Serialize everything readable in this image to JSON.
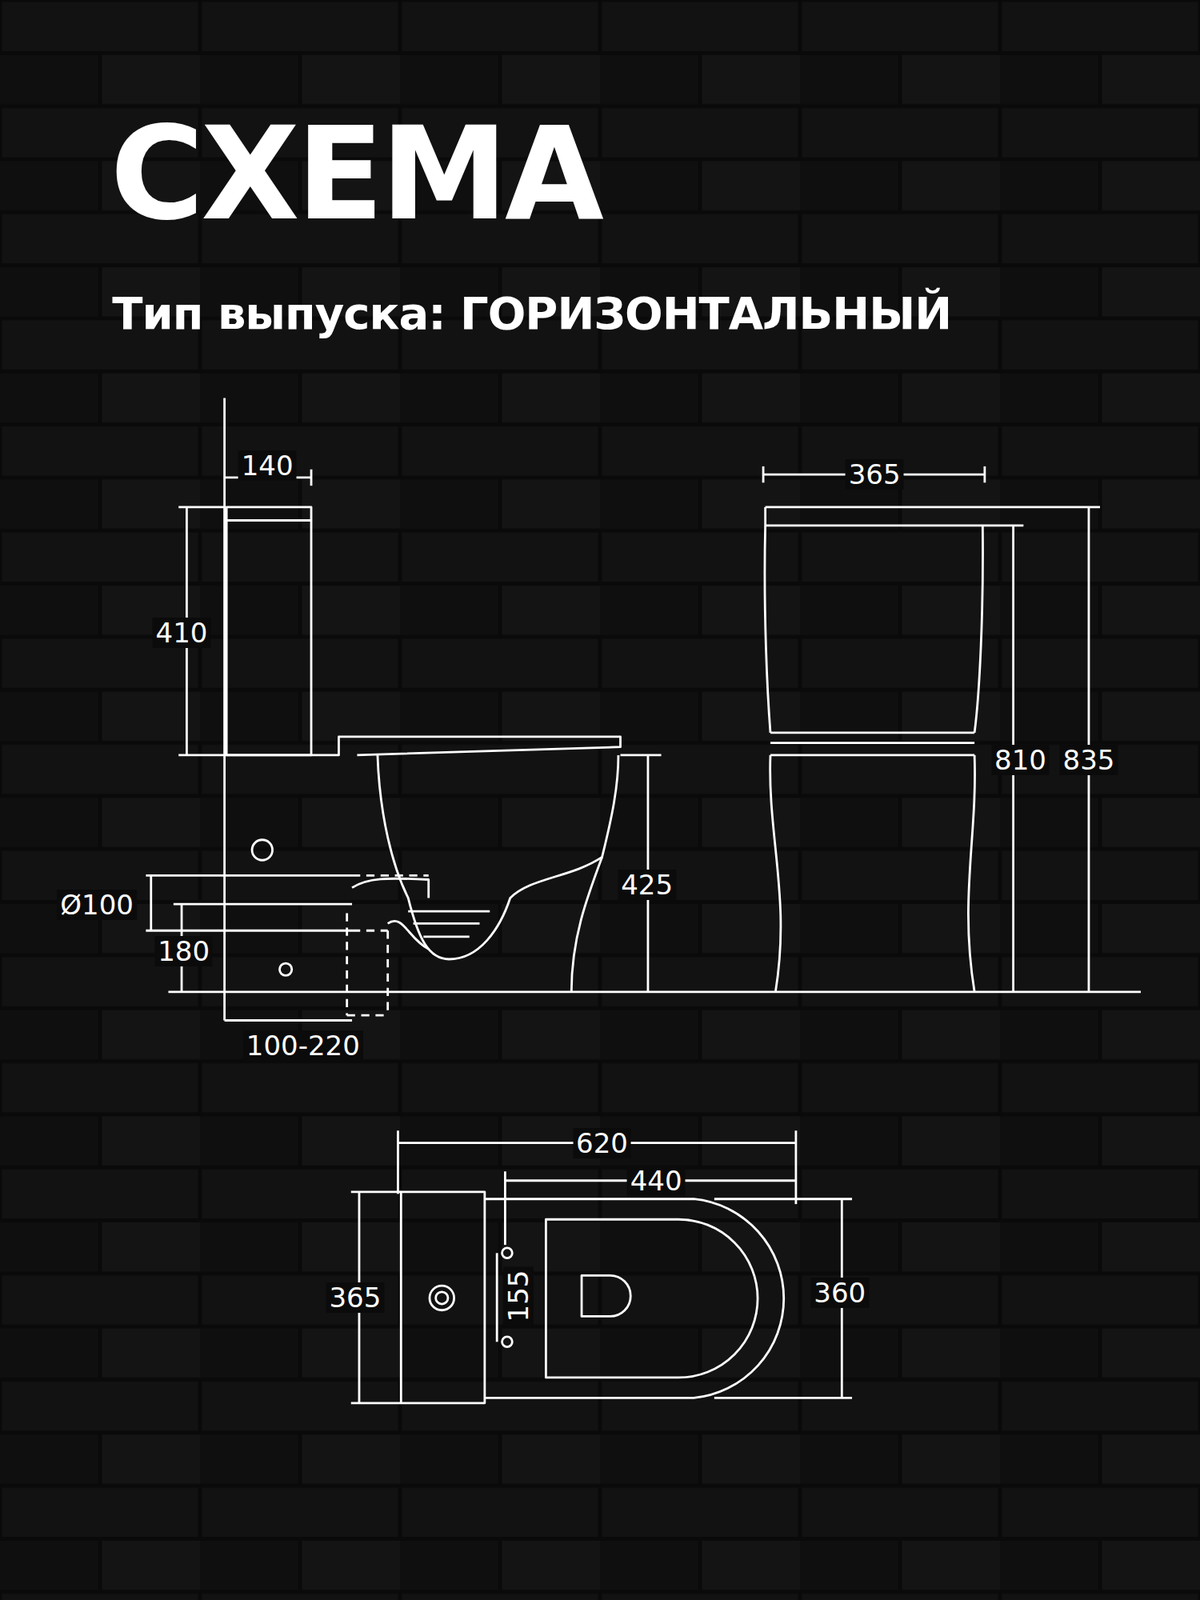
{
  "diagram": {
    "title": "СХЕМА",
    "labels": [
      "Тип выпуска: ГОРИЗОНТАЛЬНЫЙ",
      "140",
      "410",
      "Ø100",
      "180",
      "100-220",
      "425",
      "365",
      "810",
      "835",
      "620",
      "440",
      "365",
      "155",
      "360"
    ]
  }
}
